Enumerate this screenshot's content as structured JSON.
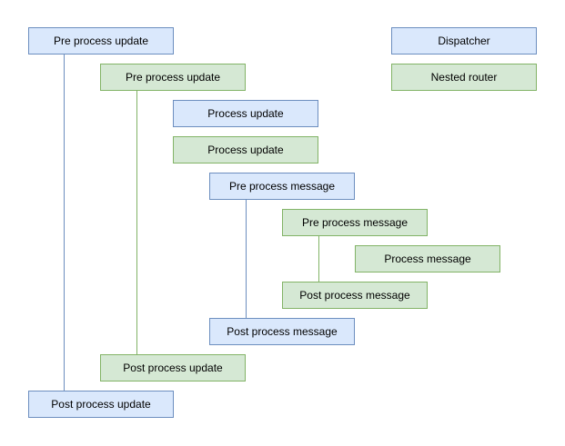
{
  "diagram": {
    "legend": {
      "dispatcher": {
        "label": "Dispatcher",
        "color": "blue"
      },
      "nested_router": {
        "label": "Nested router",
        "color": "green"
      }
    },
    "nodes": [
      {
        "label": "Pre process update",
        "color": "blue"
      },
      {
        "label": "Pre process update",
        "color": "green"
      },
      {
        "label": "Process update",
        "color": "blue"
      },
      {
        "label": "Process update",
        "color": "green"
      },
      {
        "label": "Pre process message",
        "color": "blue"
      },
      {
        "label": "Pre process message",
        "color": "green"
      },
      {
        "label": "Process message",
        "color": "green"
      },
      {
        "label": "Post process message",
        "color": "green"
      },
      {
        "label": "Post process message",
        "color": "blue"
      },
      {
        "label": "Post process update",
        "color": "green"
      },
      {
        "label": "Post process update",
        "color": "blue"
      }
    ],
    "colors": {
      "blue_fill": "#dae8fc",
      "blue_stroke": "#6c8ebf",
      "green_fill": "#d5e8d4",
      "green_stroke": "#82b366",
      "text": "#000000",
      "background": "#ffffff"
    }
  }
}
